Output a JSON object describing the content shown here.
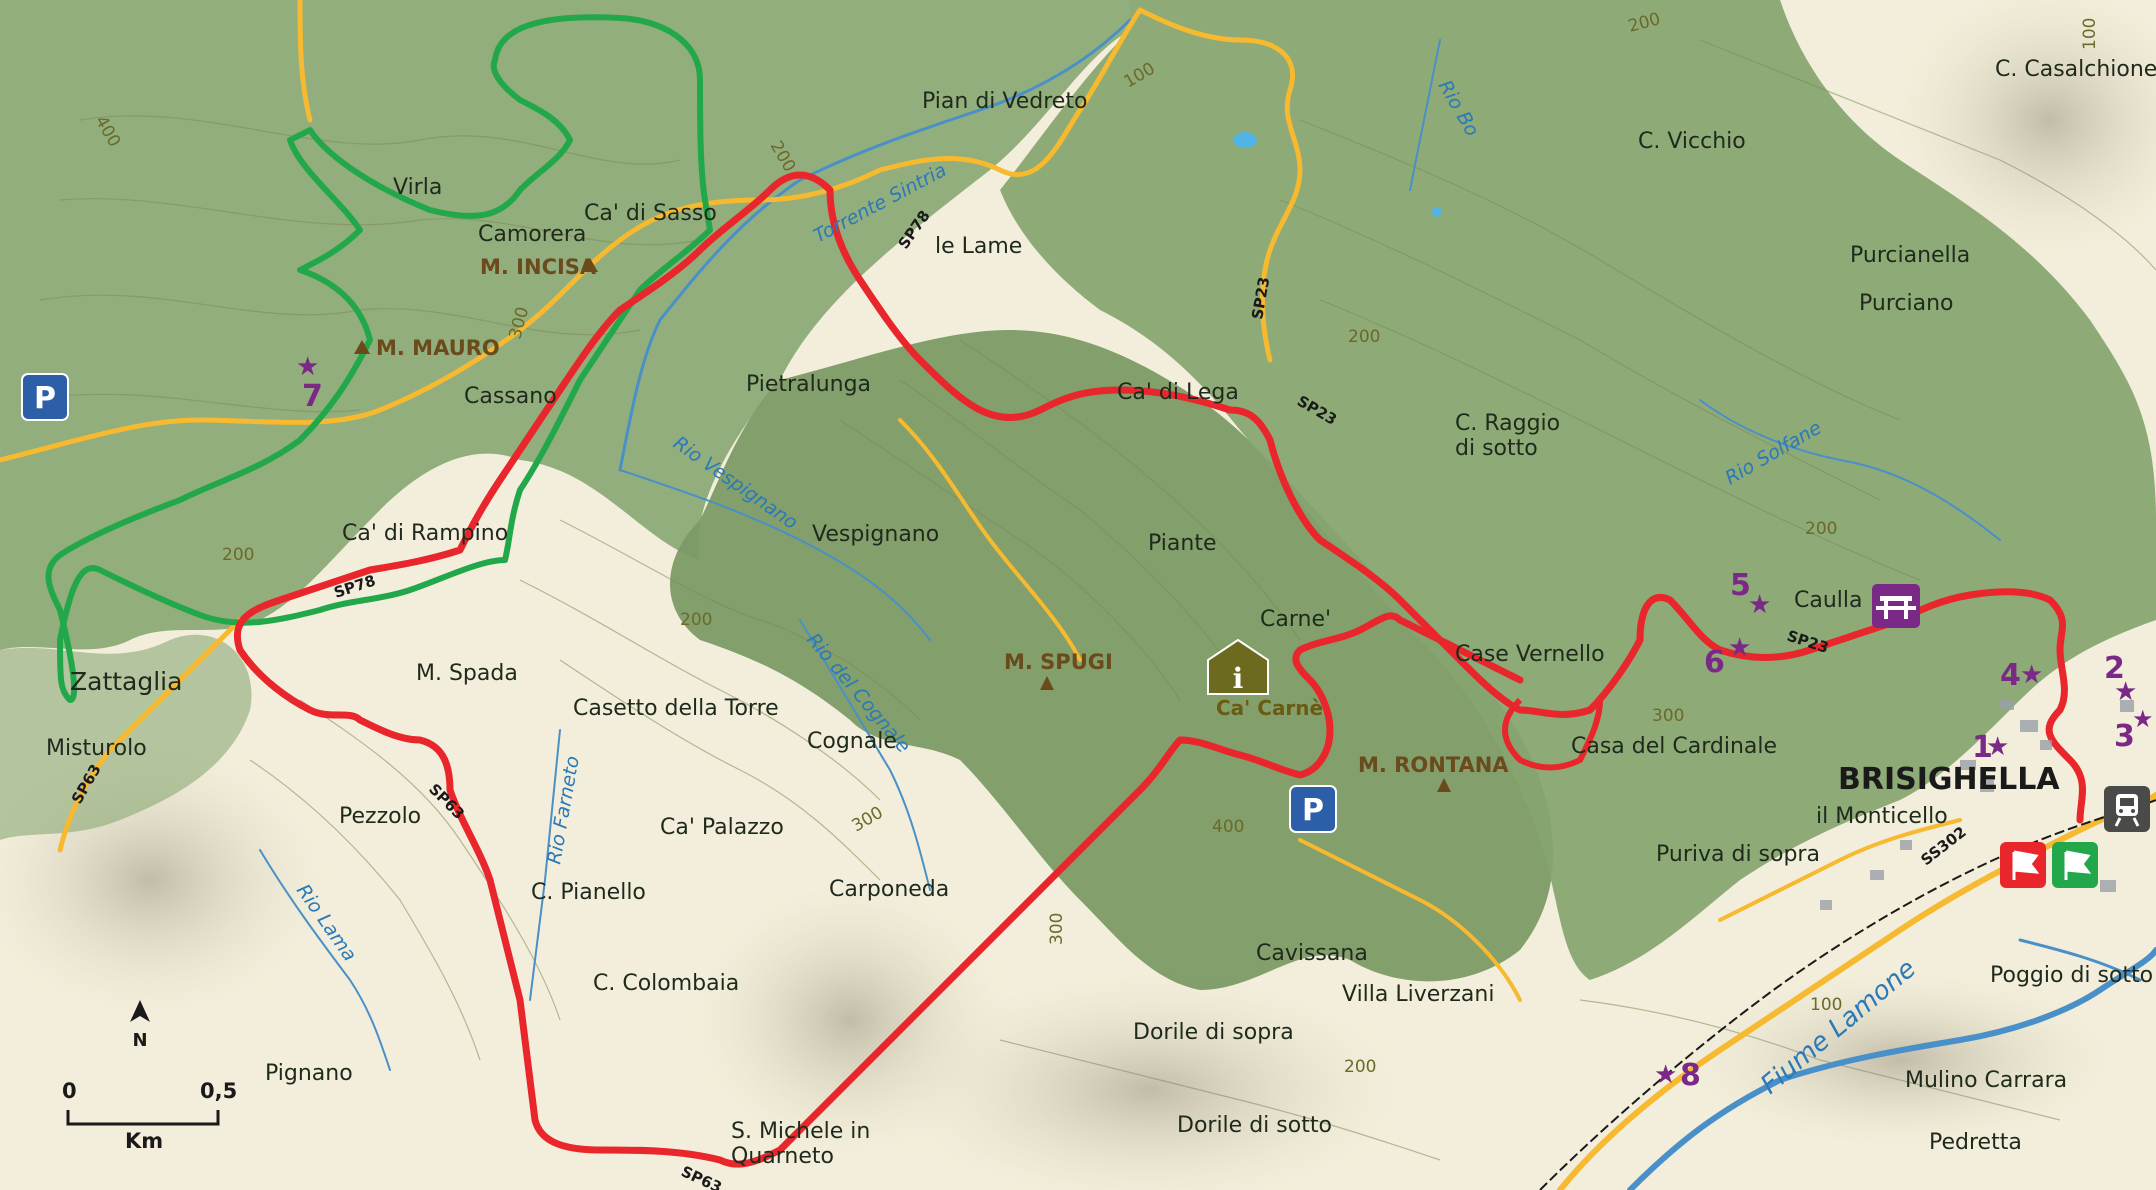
{
  "places": {
    "pian_di_vedreto": "Pian di Vedreto",
    "c_casalchione": "C. Casalchione",
    "c_vicchio": "C. Vicchio",
    "virla": "Virla",
    "camorera": "Camorera",
    "ca_di_sasso": "Ca' di Sasso",
    "le_lame": "le Lame",
    "purcianella": "Purcianella",
    "purciano": "Purciano",
    "pietralunga": "Pietralunga",
    "ca_di_lega": "Ca' di Lega",
    "cassano": "Cassano",
    "c_raggio_1": "C. Raggio",
    "c_raggio_2": "di sotto",
    "ca_di_rampino": "Ca' di Rampino",
    "vespignano": "Vespignano",
    "piante": "Piante",
    "caulla": "Caulla",
    "carne": "Carne'",
    "case_vernello": "Case Vernello",
    "zattaglia": "Zattaglia",
    "m_spada": "M. Spada",
    "casetto_della_torre": "Casetto della Torre",
    "misturolo": "Misturolo",
    "cognale": "Cognale",
    "casa_del_cardinale": "Casa del Cardinale",
    "brisighella": "BRISIGHELLA",
    "pezzolo": "Pezzolo",
    "ca_palazzo": "Ca' Palazzo",
    "il_monticello": "il Monticello",
    "puriva_di_sopra": "Puriva di sopra",
    "c_pianello": "C. Pianello",
    "carponeda": "Carponeda",
    "cavissana": "Cavissana",
    "c_colombaia": "C. Colombaia",
    "villa_liverzani": "Villa Liverzani",
    "poggio_di_sotto": "Poggio di sotto",
    "dorile_di_sopra": "Dorile di sopra",
    "pignano": "Pignano",
    "mulino_carrara": "Mulino Carrara",
    "dorile_di_sotto": "Dorile di sotto",
    "s_michele_1": "S. Michele in",
    "s_michele_2": "Quarneto",
    "pedretta": "Pedretta"
  },
  "peaks": {
    "m_incisa": "M. INCISA",
    "m_mauro": "M. MAURO",
    "m_spugi": "M. SPUGI",
    "m_rontana": "M. RONTANA"
  },
  "info_point": {
    "label": "Ca' Carnè",
    "icon": "info-icon"
  },
  "waterways": {
    "torrente_sintria": "Torrente Sintria",
    "rio_bo": "Rio Bo",
    "rio_vespignano": "Rio Vespignano",
    "rio_solfane": "Rio Solfane",
    "rio_del_cognale": "Rio del Cognale",
    "rio_farneto": "Rio Farneto",
    "rio_lama": "Rio Lama",
    "fiume_lamone": "Fiume Lamone"
  },
  "roads": {
    "sp78_a": "SP78",
    "sp78_b": "SP78",
    "sp23_a": "SP23",
    "sp23_b": "SP23",
    "sp23_c": "SP23",
    "sp63_a": "SP63",
    "sp63_b": "SP63",
    "sp63_c": "SP63",
    "ss302": "SS302"
  },
  "contours": [
    "400",
    "200",
    "100",
    "300",
    "200",
    "200",
    "200",
    "200",
    "300",
    "300",
    "400",
    "300",
    "200",
    "100",
    "100",
    "200"
  ],
  "points_of_interest": [
    "1",
    "2",
    "3",
    "4",
    "5",
    "6",
    "7",
    "8"
  ],
  "parking": {
    "label": "P",
    "icon": "parking-icon"
  },
  "scale": {
    "start": "0",
    "end": "0,5",
    "unit": "Km"
  },
  "north": {
    "label": "N",
    "icon": "north-arrow-icon"
  },
  "colors": {
    "main_route": "#e8262b",
    "alt_route": "#22a84a",
    "road": "#f6b92f",
    "water": "#4a90c8",
    "forest": "#7b9a66",
    "open_land": "#f2eedb",
    "poi": "#7a2a86",
    "parking": "#2d5ea8",
    "info": "#6b5a12"
  }
}
